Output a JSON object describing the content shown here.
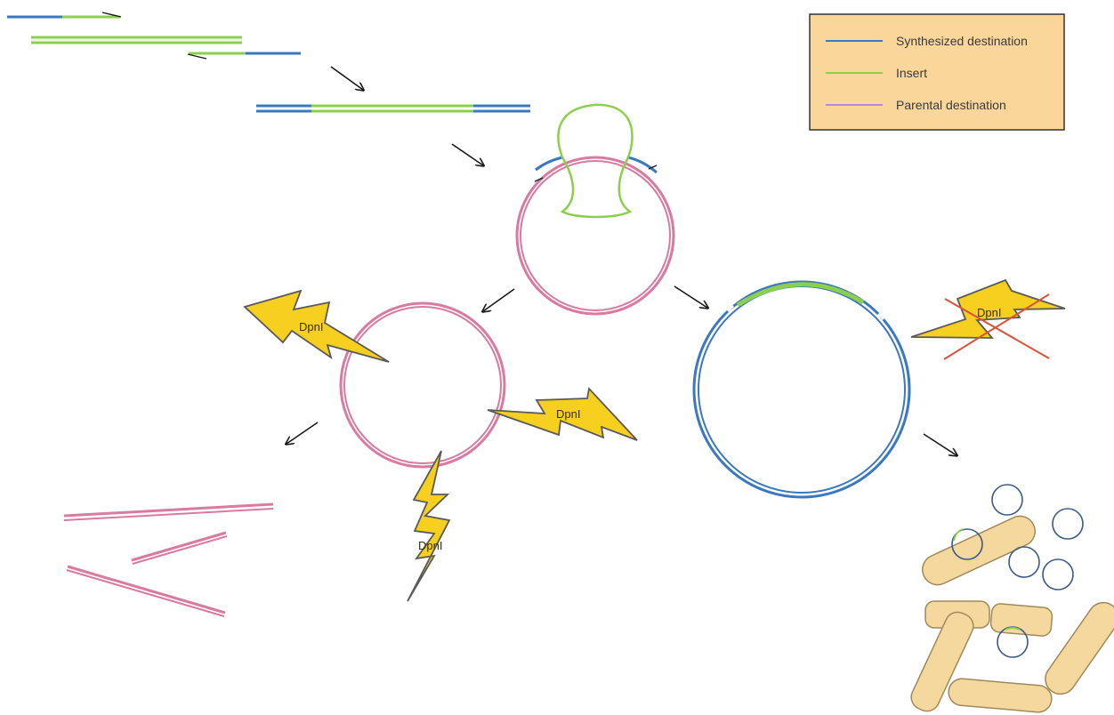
{
  "legend": {
    "items": [
      {
        "label": "Synthesized destination",
        "color": "#3a78c0"
      },
      {
        "label": "Insert",
        "color": "#8ccf4d"
      },
      {
        "label": "Parental destination",
        "color": "#b58ad8"
      }
    ],
    "background": "#fad69a",
    "border": "#333333"
  },
  "enzyme": {
    "label": "DpnI",
    "color": "#f7cf1e",
    "outline": "#5a5a5a"
  },
  "colors": {
    "synthesized": "#3a78c0",
    "insert": "#8ccf4d",
    "parental": "#d97aa0",
    "cross": "#d9533a",
    "cell_fill": "#f5d89e",
    "cell_outline": "#a08a5a",
    "arrow": "#1a1a1a"
  },
  "steps": [
    "pcr-primers-annealing",
    "pcr-product-linear",
    "annealing-to-parental-plasmid",
    "dpni-digestion-of-parental",
    "parental-fragments",
    "synthesized-plasmid-resistant",
    "transformation-into-bacteria"
  ]
}
